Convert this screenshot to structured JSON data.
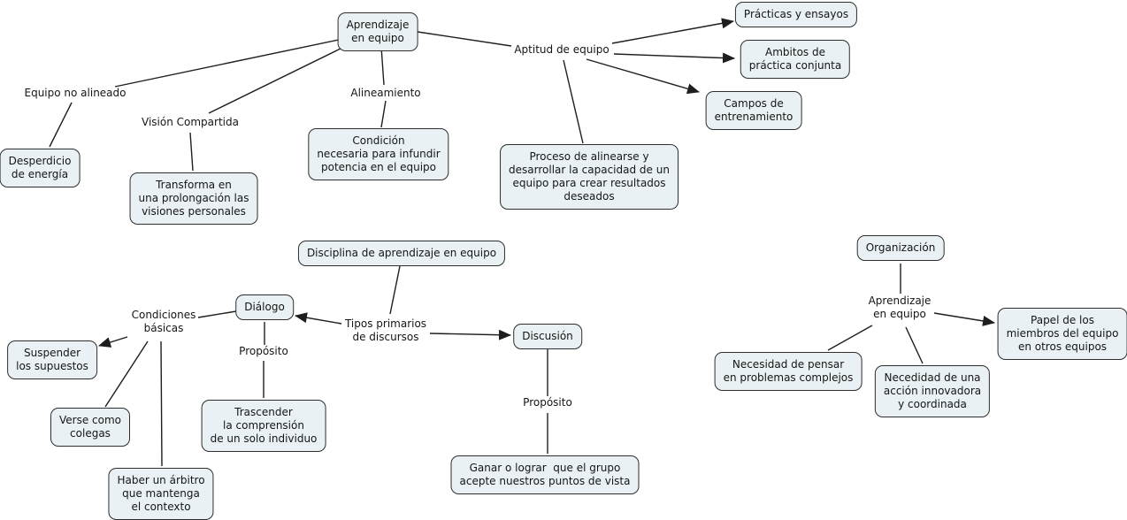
{
  "style": {
    "background": "#ffffff",
    "node_fill": "#eaf1f4",
    "node_border": "#2e2e2e",
    "line_color": "#1e1e1e",
    "text_color": "#151515"
  },
  "nodes": {
    "aprendizaje_equipo": {
      "label": "Aprendizaje\nen equipo"
    },
    "practicas_ensayos": {
      "label": "Prácticas y ensayos"
    },
    "ambitos_practica": {
      "label": "Ambitos de\npráctica conjunta"
    },
    "campos_entrenamiento": {
      "label": "Campos de\nentrenamiento"
    },
    "desperdicio_energia": {
      "label": "Desperdicio\nde energía"
    },
    "transforma_prolongacion": {
      "label": "Transforma en\nuna prolongación las\nvisiones personales"
    },
    "condicion_necesaria": {
      "label": "Condición\nnecesaria para infundir\npotencia en el equipo"
    },
    "proceso_alinearse": {
      "label": "Proceso de alinearse y\ndesarrollar la capacidad de un\nequipo para crear resultados\ndeseados"
    },
    "disciplina_aprendizaje": {
      "label": "Disciplina de aprendizaje en equipo"
    },
    "dialogo": {
      "label": "Diálogo"
    },
    "suspender_supuestos": {
      "label": "Suspender\nlos supuestos"
    },
    "verse_colegas": {
      "label": "Verse como\ncolegas"
    },
    "haber_arbitro": {
      "label": "Haber un árbitro\nque mantenga\nel contexto"
    },
    "trascender_comprension": {
      "label": "Trascender\nla comprensión\nde un solo individuo"
    },
    "discusion": {
      "label": "Discusión"
    },
    "ganar_lograr": {
      "label": "Ganar o lograr  que el grupo\nacepte nuestros puntos de vista"
    },
    "organizacion": {
      "label": "Organización"
    },
    "necesidad_pensar": {
      "label": "Necesidad de pensar\nen problemas complejos"
    },
    "necedidad_accion": {
      "label": "Necedidad de una\nacción innovadora\ny coordinada"
    },
    "papel_miembros": {
      "label": "Papel de los\nmiembros del equipo\nen otros equipos"
    }
  },
  "link_labels": {
    "equipo_no_alineado": {
      "label": "Equipo no alineado"
    },
    "vision_compartida": {
      "label": "Visión Compartida"
    },
    "alineamiento": {
      "label": "Alineamiento"
    },
    "aptitud_equipo": {
      "label": "Aptitud de equipo"
    },
    "condiciones_basicas": {
      "label": "Condiciones\nbásicas"
    },
    "proposito_dialogo": {
      "label": "Propósito"
    },
    "tipos_primarios": {
      "label": "Tipos primarios\nde discursos"
    },
    "proposito_discusion": {
      "label": "Propósito"
    },
    "aprendizaje_equipo_right": {
      "label": "Aprendizaje\nen equipo"
    }
  },
  "edges": [
    {
      "from": "aprendizaje_equipo",
      "via": "equipo_no_alineado",
      "to": "desperdicio_energia",
      "arrow": false
    },
    {
      "from": "aprendizaje_equipo",
      "via": "vision_compartida",
      "to": "transforma_prolongacion",
      "arrow": false
    },
    {
      "from": "aprendizaje_equipo",
      "via": "alineamiento",
      "to": "condicion_necesaria",
      "arrow": false
    },
    {
      "from": "aprendizaje_equipo",
      "via": "aptitud_equipo",
      "to": "practicas_ensayos",
      "arrow": true
    },
    {
      "from": "aprendizaje_equipo",
      "via": "aptitud_equipo",
      "to": "ambitos_practica",
      "arrow": true
    },
    {
      "from": "aprendizaje_equipo",
      "via": "aptitud_equipo",
      "to": "campos_entrenamiento",
      "arrow": true
    },
    {
      "from": "aprendizaje_equipo",
      "via": "aptitud_equipo",
      "to": "proceso_alinearse",
      "arrow": false
    },
    {
      "from": "disciplina_aprendizaje",
      "via": "tipos_primarios",
      "to": "dialogo",
      "arrow": true
    },
    {
      "from": "disciplina_aprendizaje",
      "via": "tipos_primarios",
      "to": "discusion",
      "arrow": true
    },
    {
      "from": "dialogo",
      "via": "condiciones_basicas",
      "to": "suspender_supuestos",
      "arrow": true
    },
    {
      "from": "dialogo",
      "via": "condiciones_basicas",
      "to": "verse_colegas",
      "arrow": false
    },
    {
      "from": "dialogo",
      "via": "condiciones_basicas",
      "to": "haber_arbitro",
      "arrow": false
    },
    {
      "from": "dialogo",
      "via": "proposito_dialogo",
      "to": "trascender_comprension",
      "arrow": false
    },
    {
      "from": "discusion",
      "via": "proposito_discusion",
      "to": "ganar_lograr",
      "arrow": false
    },
    {
      "from": "organizacion",
      "via": "aprendizaje_equipo_right",
      "to": "papel_miembros",
      "arrow": true
    },
    {
      "from": "organizacion",
      "via": "aprendizaje_equipo_right",
      "to": "necesidad_pensar",
      "arrow": false
    },
    {
      "from": "organizacion",
      "via": "aprendizaje_equipo_right",
      "to": "necedidad_accion",
      "arrow": false
    }
  ]
}
